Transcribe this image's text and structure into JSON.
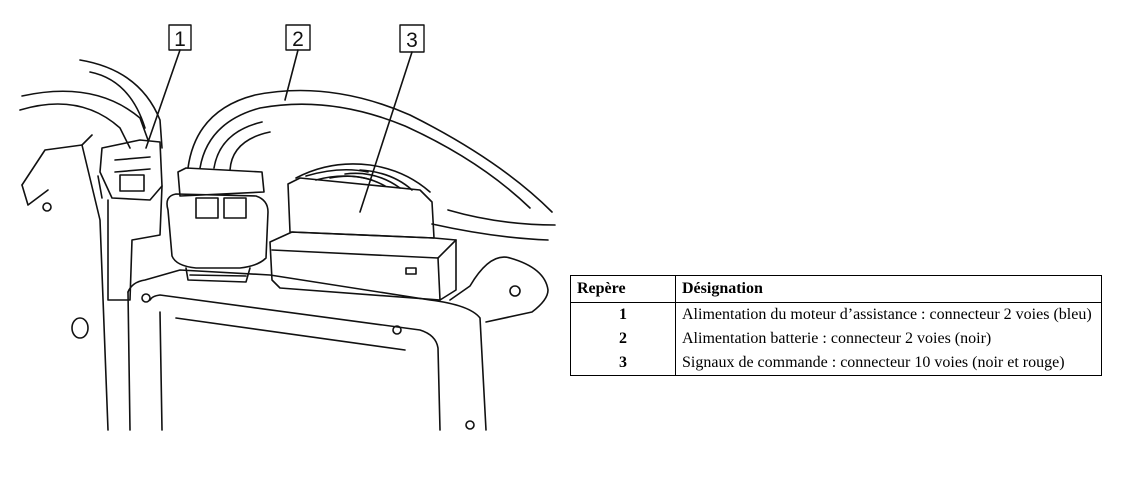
{
  "callouts": [
    "1",
    "2",
    "3"
  ],
  "table": {
    "headers": [
      "Repère",
      "Désignation"
    ],
    "rows": [
      {
        "num": "1",
        "desc": "Alimentation du moteur d’assistance : connecteur 2 voies (bleu)"
      },
      {
        "num": "2",
        "desc": "Alimentation batterie : connecteur 2 voies (noir)"
      },
      {
        "num": "3",
        "desc": "Signaux de commande : connecteur 10 voies (noir et rouge)"
      }
    ]
  }
}
